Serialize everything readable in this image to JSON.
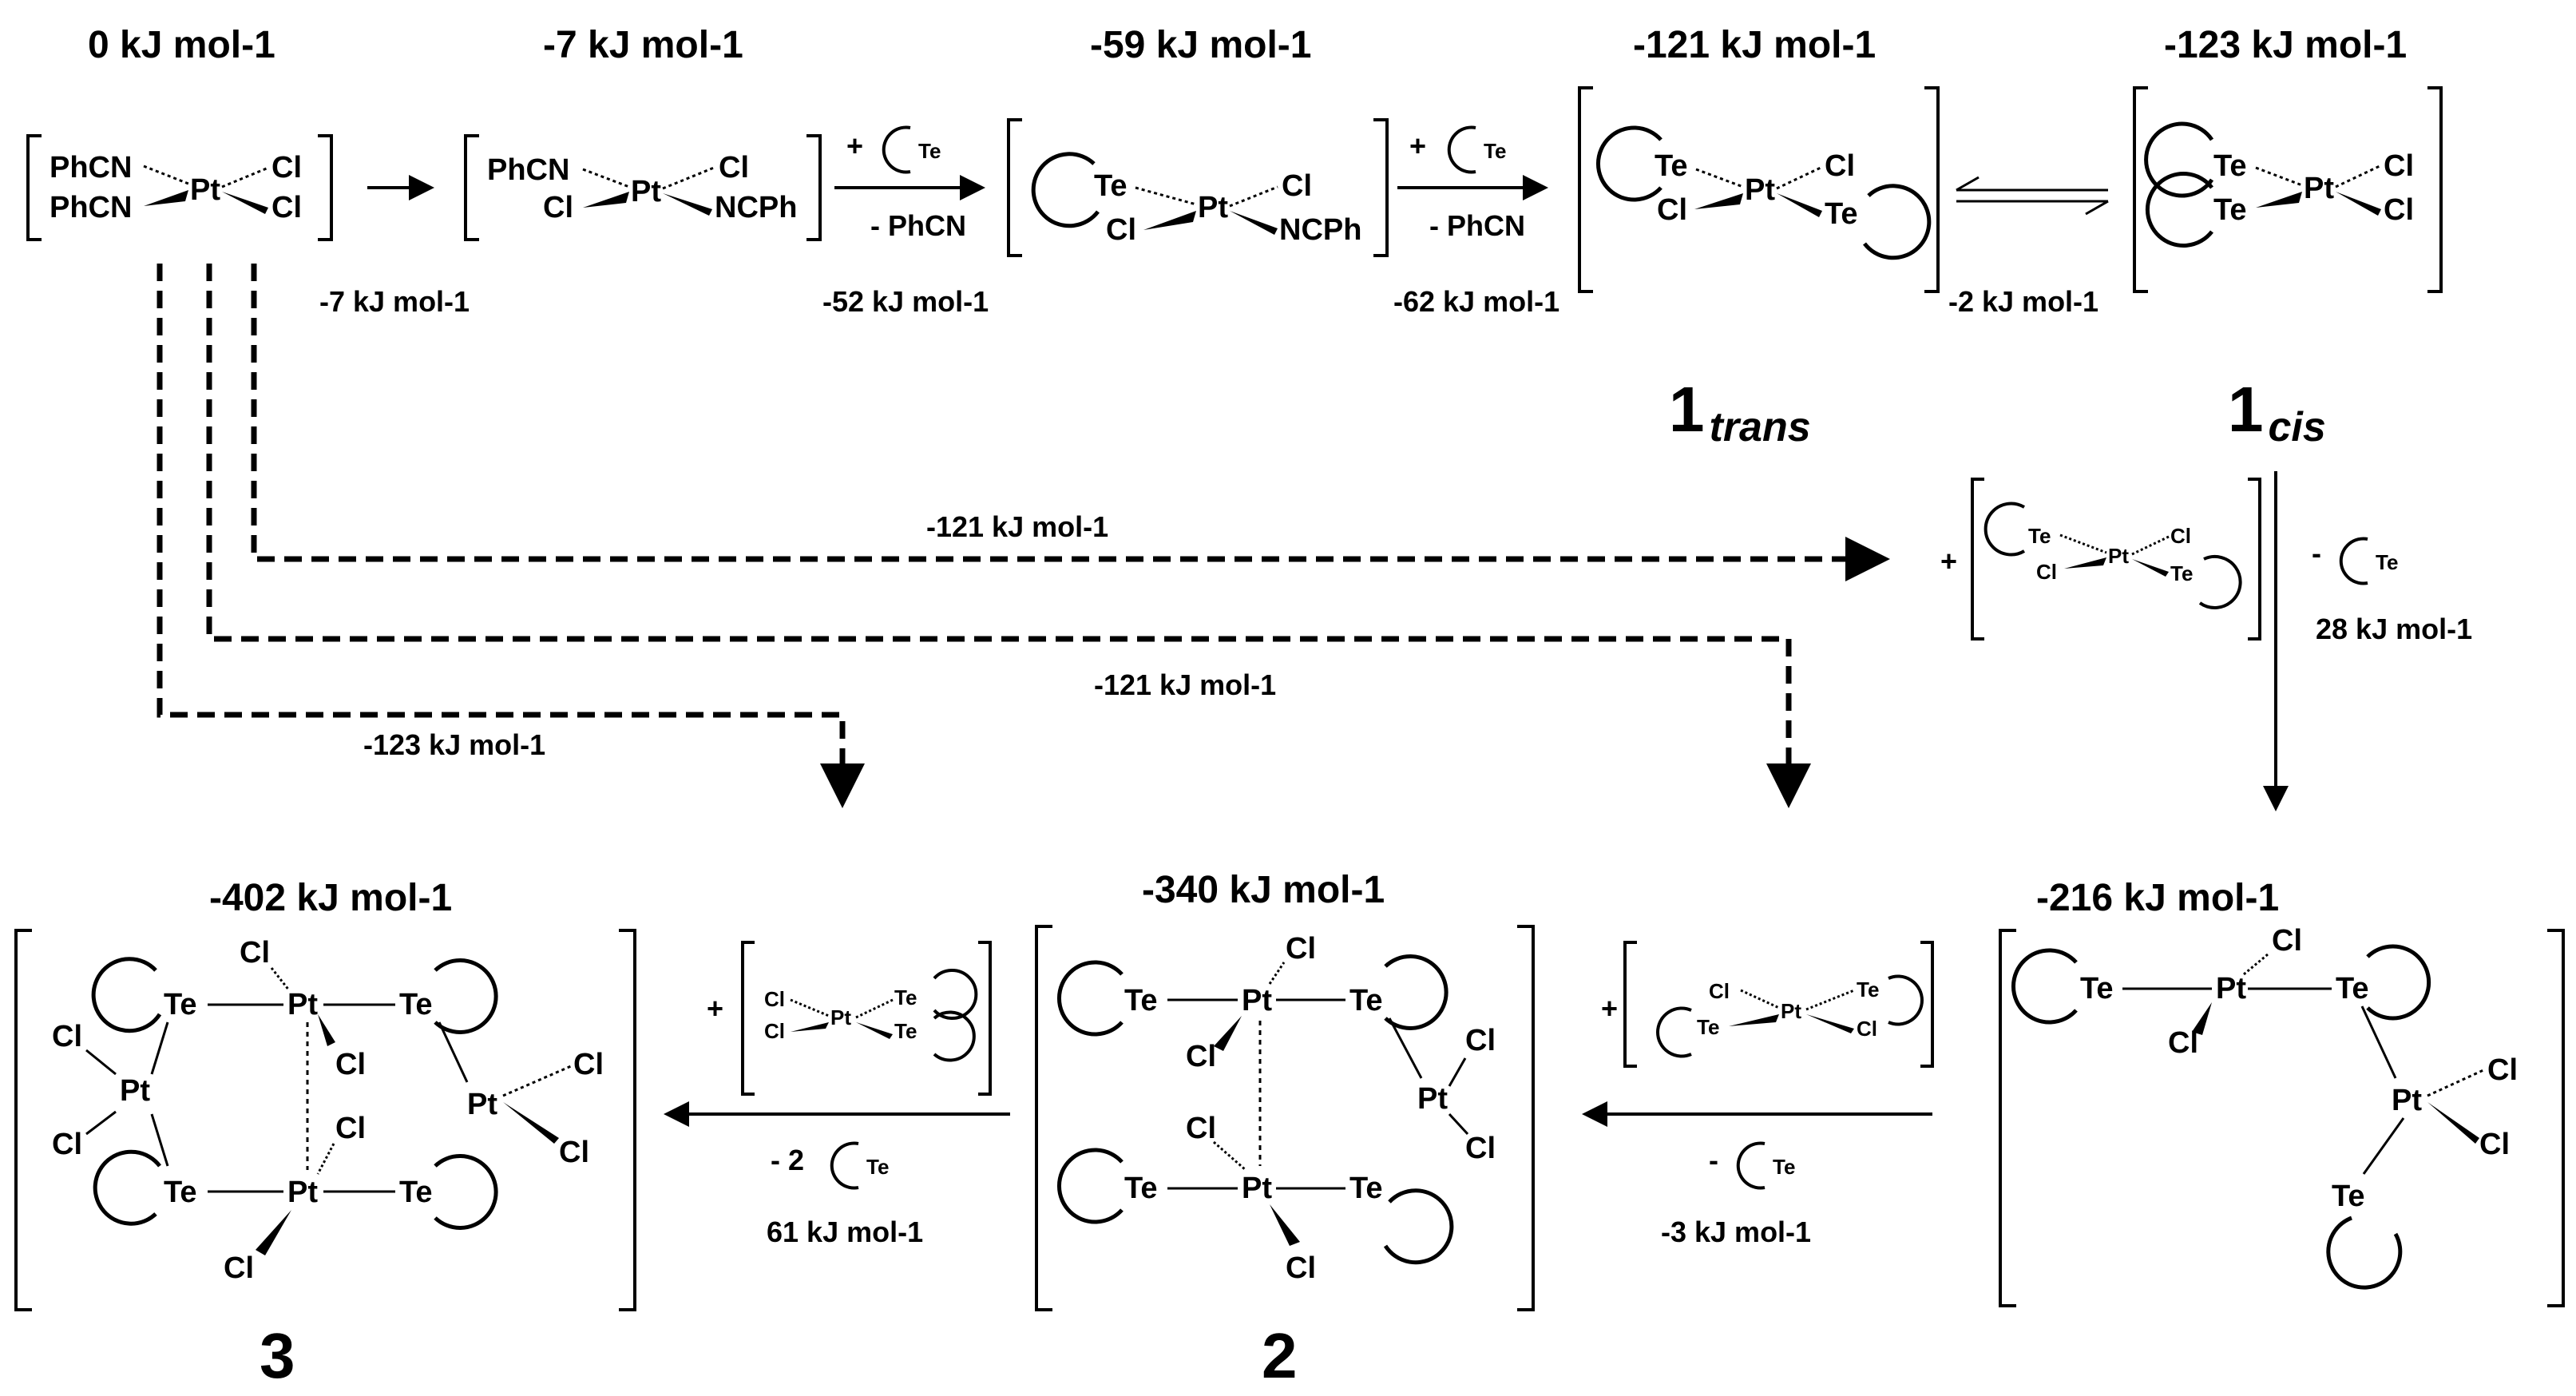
{
  "energies": {
    "e0": "0 kJ mol-1",
    "e1": "-7 kJ mol-1",
    "e2": "-59 kJ mol-1",
    "e3": "-121 kJ mol-1",
    "e4": "-123 kJ mol-1",
    "e5": "-216 kJ mol-1",
    "e6": "-340 kJ mol-1",
    "e7": "-402 kJ mol-1"
  },
  "steps": {
    "s1": "-7 kJ mol-1",
    "s2": "-52 kJ mol-1",
    "s3": "-62 kJ mol-1",
    "s4": "-2 kJ mol-1",
    "s5": "28 kJ mol-1",
    "s6": "-3 kJ mol-1",
    "s7": "61 kJ mol-1",
    "d1": "-121 kJ mol-1",
    "d2": "-121 kJ mol-1",
    "d3": "-123 kJ mol-1"
  },
  "reagents": {
    "plus": "+",
    "minus_phcn": "- PhCN",
    "minus": "-",
    "minus2": "- 2"
  },
  "atoms": {
    "phcn": "PhCN",
    "ncph": "NCPh",
    "pt": "Pt",
    "cl": "Cl",
    "te": "Te"
  },
  "compound_labels": {
    "c1": "1",
    "trans": "trans",
    "cis": "cis",
    "c2": "2",
    "c3": "3"
  }
}
